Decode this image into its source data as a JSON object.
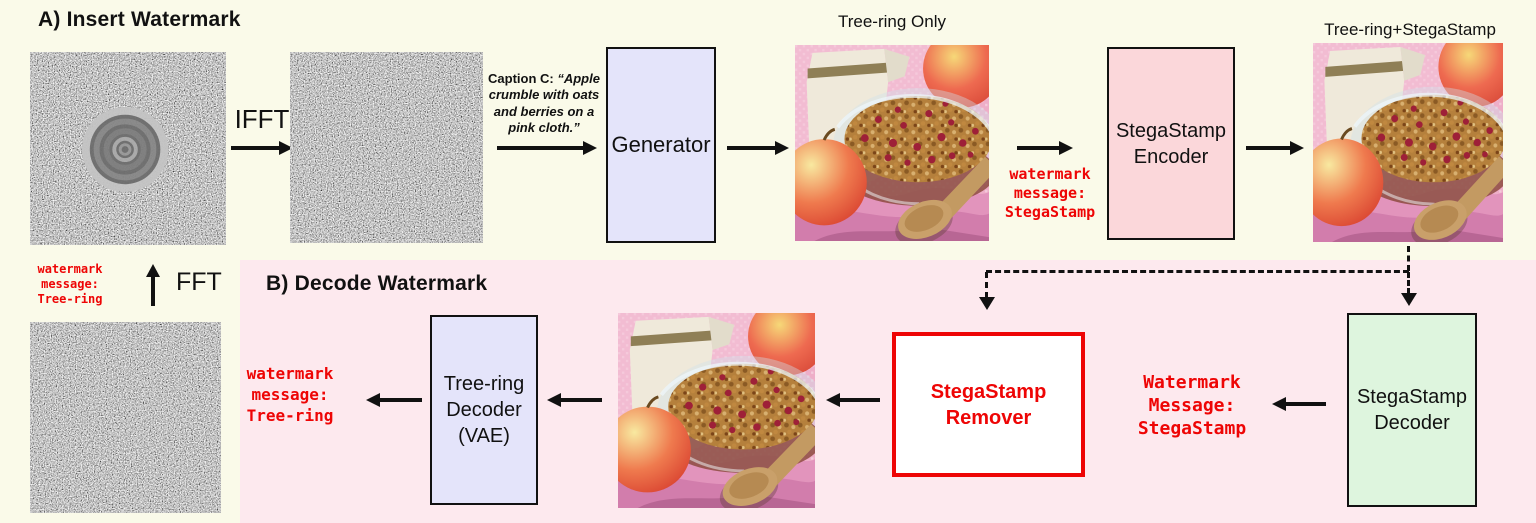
{
  "colors": {
    "background_a": "#fafae9",
    "background_b": "#fde9ee",
    "generator_box": "#e4e4fa",
    "encoder_box": "#fbd7da",
    "decoder_box": "#def5de",
    "treering_decoder_box": "#e4e4fa",
    "remover_border": "#ee0505",
    "red_text": "#ee0505",
    "line_color": "#111111"
  },
  "section_a": {
    "title": "A) Insert Watermark",
    "ifft_label": "IFFT",
    "fft_label": "FFT",
    "fft_watermark_message": "watermark\nmessage:\nTree-ring",
    "caption_prefix": "Caption C: ",
    "caption_quote": "“Apple crumble with oats and berries on a pink cloth.”",
    "generator_label": "Generator",
    "tree_ring_only_label": "Tree-ring Only",
    "encoder_watermark_message": "watermark\nmessage:\nStegaStamp",
    "stegastamp_encoder_label": "StegaStamp\nEncoder",
    "tree_ring_stegastamp_label": "Tree-ring+StegaStamp"
  },
  "section_b": {
    "title": "B) Decode Watermark",
    "decoded_treering_message": "watermark\nmessage:\nTree-ring",
    "treering_decoder_label": "Tree-ring\nDecoder\n(VAE)",
    "stegastamp_remover_label": "StegaStamp\nRemover",
    "decoded_stegastamp_message": "Watermark\nMessage:\nStegaStamp",
    "stegastamp_decoder_label": "StegaStamp\nDecoder"
  }
}
